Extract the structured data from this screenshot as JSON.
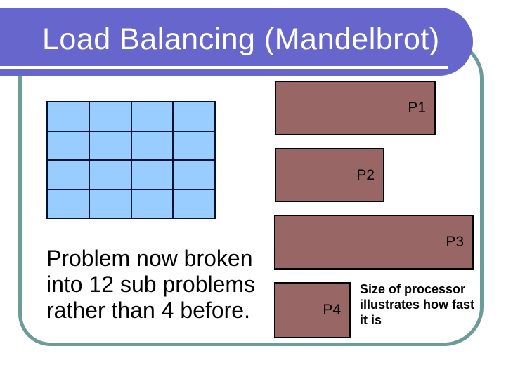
{
  "slide": {
    "title": "Load Balancing (Mandelbrot)",
    "body_text": {
      "lines": [
        "Problem now broken",
        "into 12 sub problems",
        "rather than 4 before."
      ]
    },
    "caption": {
      "lines": [
        "Size of processor",
        "illustrates how fast",
        "it is"
      ]
    },
    "grid": {
      "rows": 4,
      "cols": 4
    },
    "processors": [
      {
        "label": "P1"
      },
      {
        "label": "P2"
      },
      {
        "label": "P3"
      },
      {
        "label": "P4"
      }
    ],
    "colors": {
      "title_bar": "#6666cc",
      "title_text": "#ffffff",
      "frame_border": "#6b9c9a",
      "grid_cell": "#99ccff",
      "grid_line": "#001233",
      "processor_fill": "#996666",
      "processor_border": "#000000",
      "body_text": "#000000"
    }
  }
}
